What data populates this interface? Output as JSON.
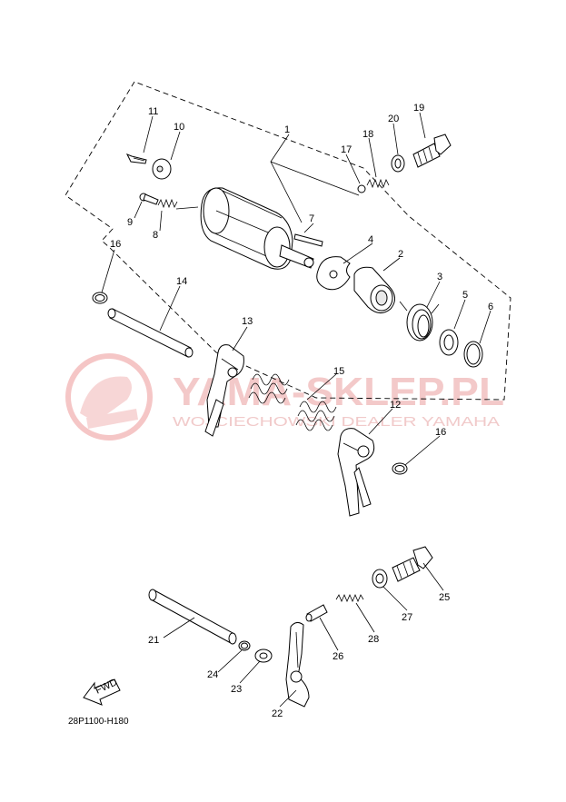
{
  "diagram_code": "28P1100-H180",
  "watermark": {
    "brand": "YAMA-SKLEP.PL",
    "dealer": "WOJCIECHOWSKI DEALER YAMAHA"
  },
  "fwd_marker": "FWD",
  "callouts": [
    {
      "id": "c1",
      "label": "1"
    },
    {
      "id": "c2",
      "label": "2"
    },
    {
      "id": "c3",
      "label": "3"
    },
    {
      "id": "c4",
      "label": "4"
    },
    {
      "id": "c5",
      "label": "5"
    },
    {
      "id": "c6",
      "label": "6"
    },
    {
      "id": "c7",
      "label": "7"
    },
    {
      "id": "c8",
      "label": "8"
    },
    {
      "id": "c9",
      "label": "9"
    },
    {
      "id": "c10",
      "label": "10"
    },
    {
      "id": "c11",
      "label": "11"
    },
    {
      "id": "c12",
      "label": "12"
    },
    {
      "id": "c13",
      "label": "13"
    },
    {
      "id": "c14",
      "label": "14"
    },
    {
      "id": "c15",
      "label": "15"
    },
    {
      "id": "c16a",
      "label": "16"
    },
    {
      "id": "c16b",
      "label": "16"
    },
    {
      "id": "c17",
      "label": "17"
    },
    {
      "id": "c18",
      "label": "18"
    },
    {
      "id": "c19",
      "label": "19"
    },
    {
      "id": "c20",
      "label": "20"
    },
    {
      "id": "c21",
      "label": "21"
    },
    {
      "id": "c22",
      "label": "22"
    },
    {
      "id": "c23",
      "label": "23"
    },
    {
      "id": "c24",
      "label": "24"
    },
    {
      "id": "c25",
      "label": "25"
    },
    {
      "id": "c26",
      "label": "26"
    },
    {
      "id": "c27",
      "label": "27"
    },
    {
      "id": "c28",
      "label": "28"
    }
  ]
}
